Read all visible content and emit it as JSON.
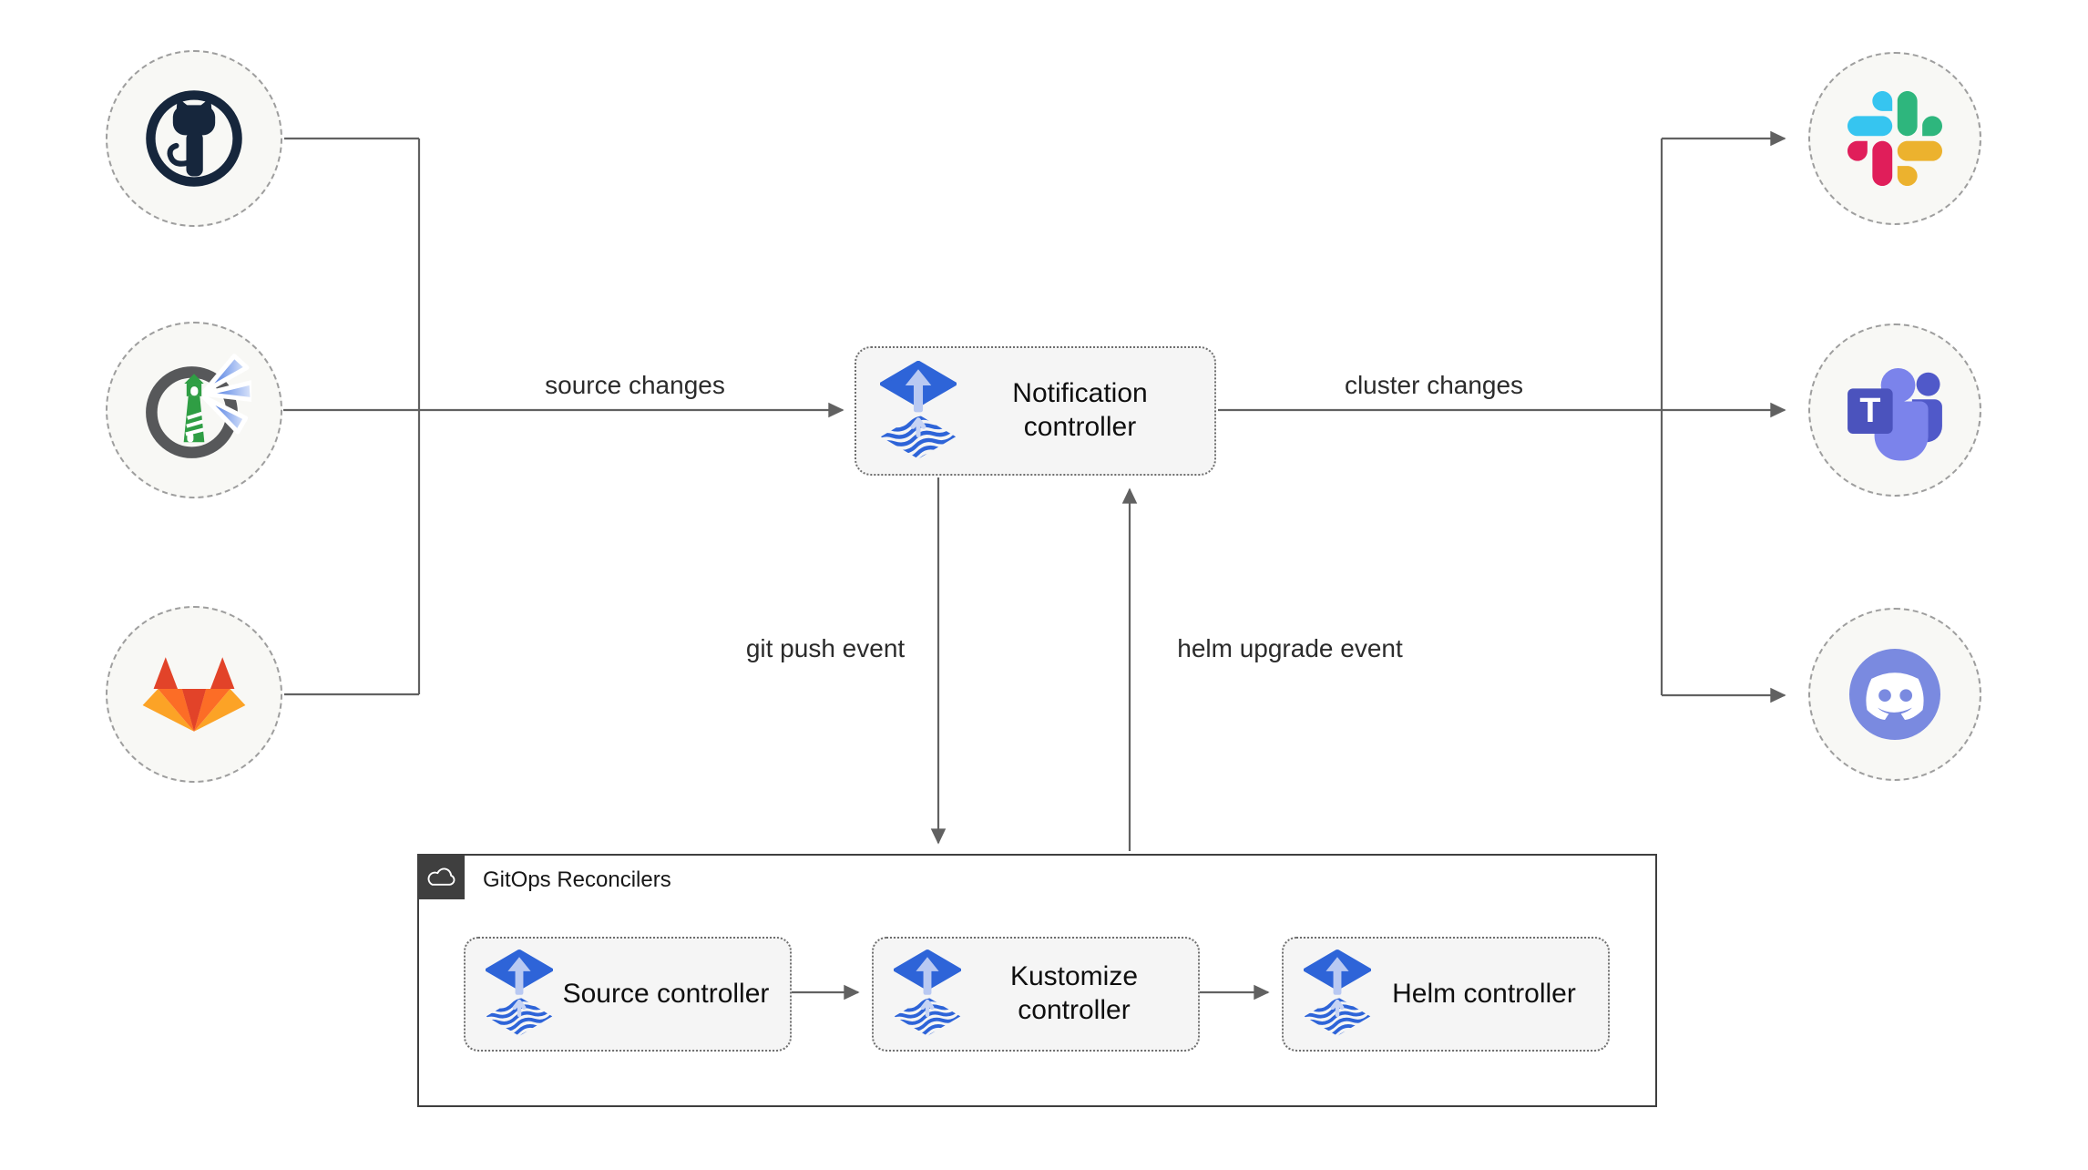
{
  "nodes": {
    "notification_controller": "Notification controller",
    "source_controller": "Source controller",
    "kustomize_controller": "Kustomize controller",
    "helm_controller": "Helm controller",
    "gitops_group": "GitOps Reconcilers"
  },
  "edges": {
    "source_changes": "source changes",
    "cluster_changes": "cluster changes",
    "git_push_event": "git push event",
    "helm_upgrade_event": "helm upgrade event"
  },
  "icons": {
    "sources": [
      "github-icon",
      "harbor-icon",
      "gitlab-icon"
    ],
    "destinations": [
      "slack-icon",
      "teams-icon",
      "discord-icon"
    ],
    "controller_icon": "flux-icon",
    "group_icon": "cloud-icon",
    "teams_letter": "T"
  },
  "colors": {
    "flux_blue": "#2e64d8",
    "flux_arrow_light": "#b9c9f2",
    "wire_gray": "#616161",
    "box_fill": "#f5f5f5",
    "circle_fill": "#f8f8f5",
    "circle_dash": "#9e9e9e",
    "group_border": "#3f3f3f",
    "github_dark": "#16263c",
    "harbor_green": "#2f9e44",
    "harbor_ring": "#57585a",
    "gitlab_red": "#e24329",
    "gitlab_orange": "#fc6d26",
    "gitlab_yellow": "#fca326",
    "slack_blue": "#36C5F0",
    "slack_green": "#2EB67D",
    "slack_yellow": "#ECB22E",
    "slack_red": "#E01E5A",
    "teams_light": "#7b83eb",
    "teams_mid": "#5059c9",
    "teams_dark": "#4b53bd",
    "discord_blurple": "#7a8ae0"
  }
}
